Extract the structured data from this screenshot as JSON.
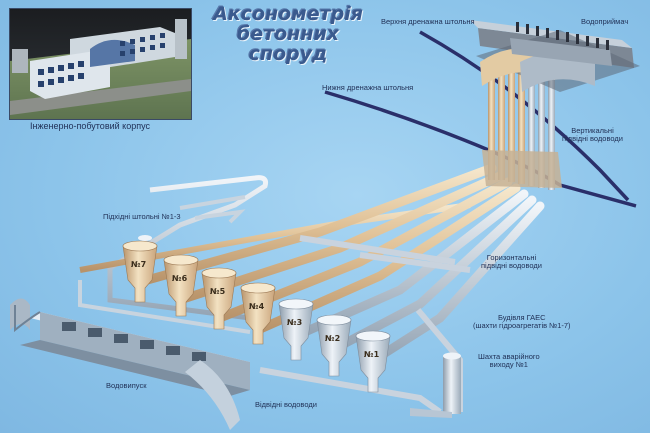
{
  "title_line1": "Аксонометрія",
  "title_line2": "бетонних споруд",
  "inset_caption": "Інженерно-побутовий корпус",
  "labels": {
    "upper_drainage": "Верхня дренажна штольня",
    "water_intake": "Водоприймач",
    "lower_drainage": "Нижня дренажна штольня",
    "vertical_conduits_1": "Вертикальні",
    "vertical_conduits_2": "підвідні водоводи",
    "access_tunnels": "Підхідні штольні №1-3",
    "horizontal_conduits_1": "Горизонтальні",
    "horizontal_conduits_2": "підвідні водоводи",
    "building_1": "Будівля ГАЕС",
    "building_2": "(шахти гідроагрегатів №1-7)",
    "emergency_shaft_1": "Шахта аварійного",
    "emergency_shaft_2": "виходу №1",
    "outlet": "Водовипуск",
    "outlet_conduits": "Відвідні водоводи"
  },
  "units": [
    "№1",
    "№2",
    "№3",
    "№4",
    "№5",
    "№6",
    "№7"
  ],
  "colors": {
    "background": "#8ec5ea",
    "concrete_light": "#eadbc0",
    "concrete_mid": "#d9b98c",
    "steel_light": "#dde6ee",
    "steel_mid": "#a9b8c6",
    "tunnel_dark": "#2a2f6a"
  }
}
